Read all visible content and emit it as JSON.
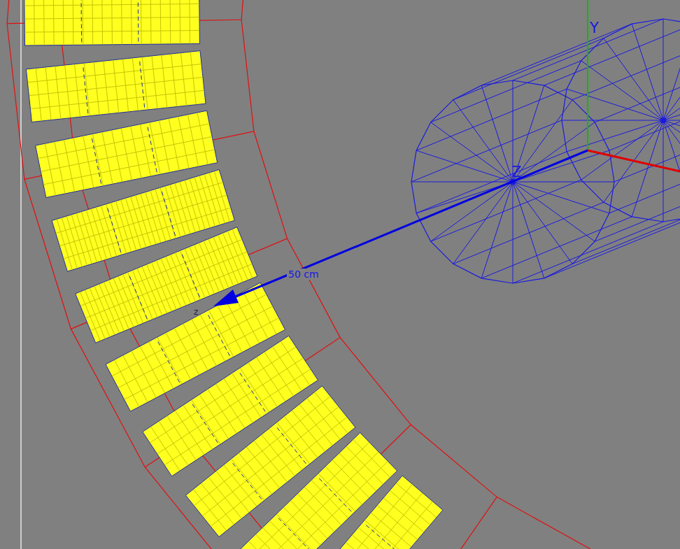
{
  "diagram": {
    "labels": [
      "Y",
      "Z",
      "50 cm",
      "z"
    ]
  }
}
